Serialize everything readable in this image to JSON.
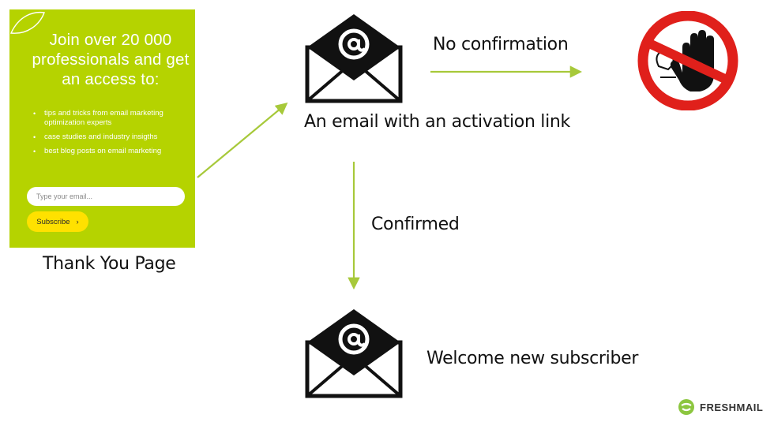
{
  "signup_card": {
    "headline": "Join over 20 000 professionals and get an access to:",
    "bullets": [
      "tips and tricks from email marketing optimization experts",
      "case studies and industry insigths",
      "best blog posts on email marketing"
    ],
    "email_placeholder": "Type your email...",
    "subscribe_label": "Subscribe",
    "subscribe_chevron": "›"
  },
  "labels": {
    "thank_you": "Thank You Page",
    "activation_email": "An email with an activation link",
    "no_confirmation": "No confirmation",
    "confirmed": "Confirmed",
    "welcome": "Welcome new subscriber"
  },
  "brand": {
    "name": "FRESHMAIL"
  },
  "colors": {
    "card_green": "#b5d300",
    "arrow_green": "#a7c93a",
    "button_yellow": "#ffe100",
    "stop_red": "#e0201b"
  },
  "icons": [
    "envelope-at-icon",
    "stop-hand-icon",
    "freshmail-logo-icon",
    "leaf-icon"
  ]
}
